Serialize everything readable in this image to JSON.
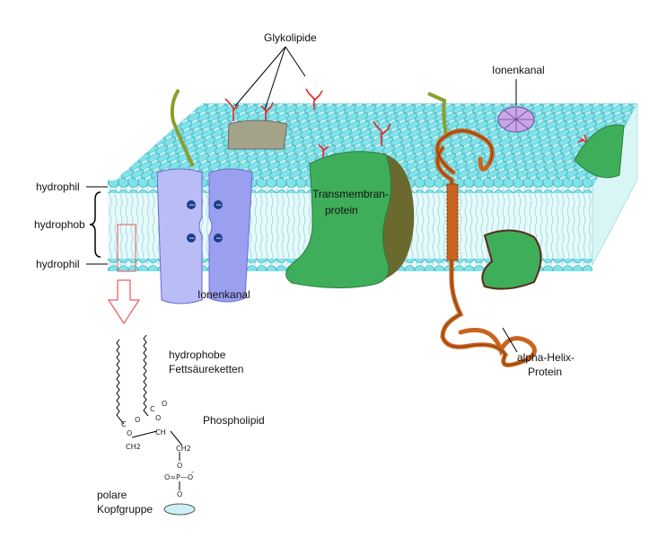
{
  "labels": {
    "glycolipids": "Glykolipide",
    "ion_channel_top": "Ionenkanal",
    "ion_channel_bottom": "Ionenkanal",
    "hydrophilic_top": "hydrophil",
    "hydrophobic": "hydrophob",
    "hydrophilic_bottom": "hydrophil",
    "transmembrane_line1": "Transmembran-",
    "transmembrane_line2": "protein",
    "alpha_helix_line1": "alpha-Helix-",
    "alpha_helix_line2": "Protein",
    "fatty_acid_line1": "hydrophobe",
    "fatty_acid_line2": "Fettsäureketten",
    "phospholipid": "Phospholipid",
    "head_line1": "polare",
    "head_line2": "Kopfgruppe"
  },
  "chemistry": {
    "c1": "C",
    "o1": "O",
    "o1b": "O",
    "ch2_left": "CH2",
    "c2": "C",
    "o2": "O",
    "o2b": "O",
    "ch": "CH",
    "ch2_right": "CH2",
    "o3": "O",
    "phosphate": "O=P—O",
    "o_minus": "-",
    "o4": "O",
    "charge": "−"
  },
  "colors": {
    "lipid_head": "#7fe3ea",
    "protein_green": "#3fae5a",
    "ion_channel": "#a9a9f0",
    "helix": "#c8641e",
    "sugar": "#ee2222"
  }
}
